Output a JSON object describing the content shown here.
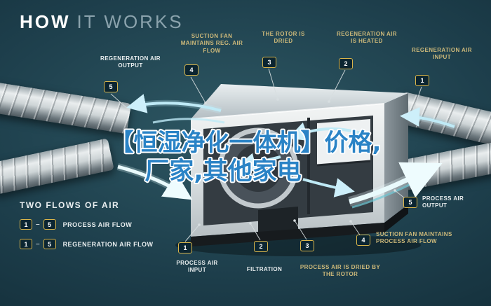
{
  "title": {
    "word1": "HOW",
    "word2": "IT WORKS"
  },
  "overlay": {
    "line1": "【恒湿净化一体机】价格,",
    "line2": "厂家,其他家电"
  },
  "callouts": [
    {
      "num": "5",
      "label": "REGENERATION AIR OUTPUT"
    },
    {
      "num": "4",
      "label": "SUCTION FAN MAINTAINS REG. AIR FLOW"
    },
    {
      "num": "3",
      "label": "THE ROTOR IS DRIED"
    },
    {
      "num": "2",
      "label": "REGENERATION AIR IS HEATED"
    },
    {
      "num": "1",
      "label": "REGENERATION AIR INPUT"
    },
    {
      "num": "5",
      "label": "PROCESS AIR OUTPUT"
    },
    {
      "num": "4",
      "label": "SUCTION FAN MAINTAINS PROCESS AIR FLOW"
    },
    {
      "num": "1",
      "label": "PROCESS AIR INPUT"
    },
    {
      "num": "2",
      "label": "FILTRATION"
    },
    {
      "num": "3",
      "label": "PROCESS AIR IS DRIED BY THE ROTOR"
    }
  ],
  "legend": {
    "heading": "TWO FLOWS OF AIR",
    "range_separator": "–",
    "rows": [
      {
        "start": "1",
        "end": "5",
        "label": "PROCESS AIR FLOW"
      },
      {
        "start": "1",
        "end": "5",
        "label": "REGENERATION AIR FLOW"
      }
    ]
  },
  "colors": {
    "background": "#16323e",
    "badge-border": "#d9b54b",
    "badge-bg": "#0b2531",
    "label-gold": "#cdb97a",
    "label-white": "#e8edee",
    "overlay-blue": "#2a83c6",
    "flow-cyan": "#bfeaf6"
  }
}
